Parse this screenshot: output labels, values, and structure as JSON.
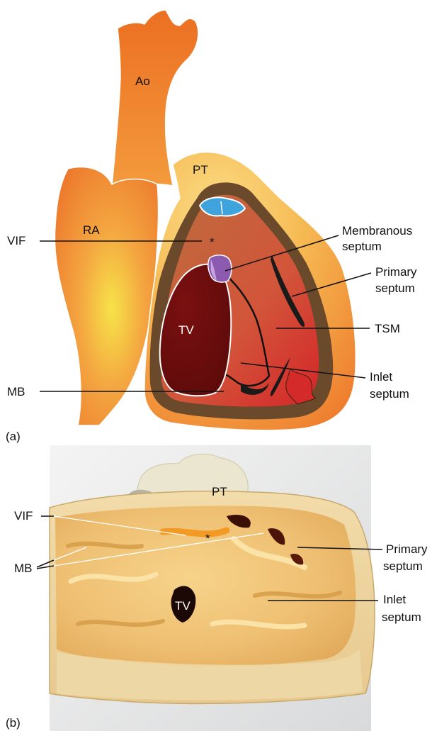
{
  "panel_a": {
    "label": "(a)",
    "structures": {
      "ao": "Ao",
      "pt": "PT",
      "ra": "RA",
      "tv": "TV",
      "asterisk": "*"
    },
    "callouts": {
      "vif": "VIF",
      "mb": "MB",
      "membranous_line1": "Membranous",
      "membranous_line2": "septum",
      "primary_line1": "Primary",
      "primary_line2": "septum",
      "tsm": "TSM",
      "inlet_line1": "Inlet",
      "inlet_line2": "septum"
    }
  },
  "panel_b": {
    "label": "(b)",
    "structures": {
      "pt": "PT",
      "tv": "TV",
      "asterisk": "*"
    },
    "callouts": {
      "vif": "VIF",
      "mb": "MB",
      "primary_line1": "Primary",
      "primary_line2": "septum",
      "inlet_line1": "Inlet",
      "inlet_line2": "septum"
    }
  },
  "colors": {
    "aorta_orange": "#ee7d2e",
    "atrium_glow": "#f7e34a",
    "pt_yellow": "#f5c04e",
    "rim_brown": "#6b4a2c",
    "ventricle_red": "#d63a2a",
    "valve_maroon": "#6b0d0d",
    "membranous_purple": "#8c5bb0",
    "specimen_tan": "#ecc57e"
  }
}
